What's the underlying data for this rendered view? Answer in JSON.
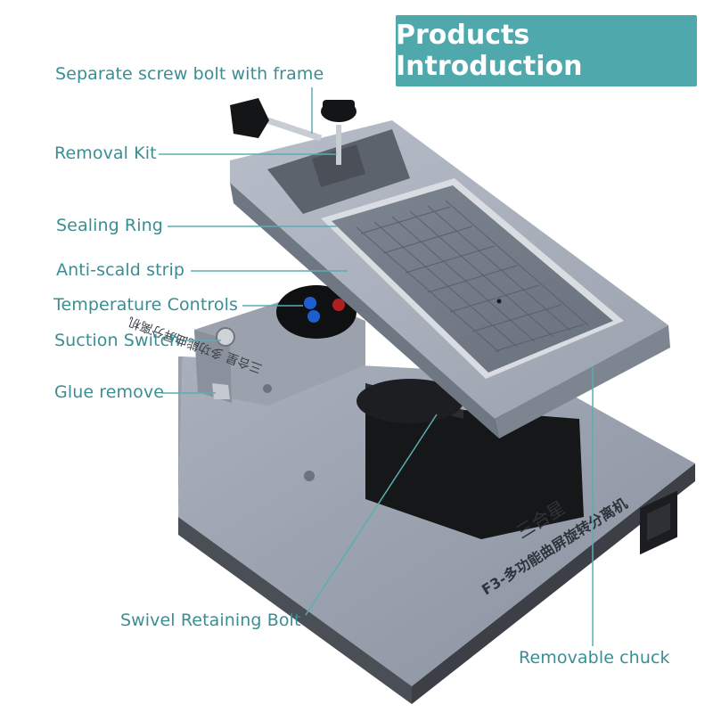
{
  "banner": {
    "title": "Products Introduction"
  },
  "labels": {
    "screw_bolt": "Separate screw bolt with frame",
    "removal_kit": "Removal Kit",
    "sealing_ring": "Sealing Ring",
    "anti_scald": "Anti-scald strip",
    "temperature": "Temperature Controls",
    "suction": "Suction Switch",
    "glue": "Glue remove",
    "swivel": "Swivel Retaining Bolt",
    "chuck": "Removable chuck"
  },
  "device": {
    "brand_text": "三合星",
    "model_text": "F3-多功能曲屏旋转分离机",
    "side_text": "三合星 多功能曲屏分离机"
  },
  "colors": {
    "accent": "#4fa8ab",
    "label_text": "#3a8e93",
    "leader_line": "#5aaeb2"
  }
}
